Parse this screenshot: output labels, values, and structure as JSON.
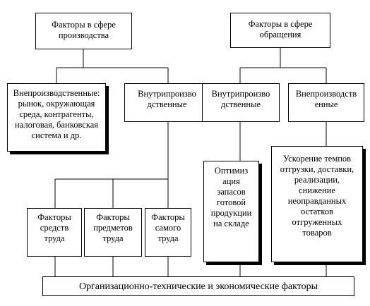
{
  "diagram": {
    "top_left": "Факторы в сфере\nпроизводства",
    "top_right": "Факторы в сфере\nобращения",
    "mid_1": "Внепроизводственные:\nрынок, окружающая\nсреда, контрагенты,\nналоговая, банковская\nсистема и др.",
    "mid_2": "Внутрипроизво\nдственные",
    "mid_3": "Внутрипроизво\nдственные",
    "mid_4": "Внепроизводств\nенные",
    "low_1": "Факторы\nсредств\nтруда",
    "low_2": "Факторы\nпредметов\nтруда",
    "low_3": "Факторы\nсамого\nтруда",
    "low_4": "Оптимиз\nация\nзапасов\nготовой\nпродукции\nна складе",
    "low_5": "Ускорение темпов\nотгрузки, доставки,\nреализации,\nснижение\nнеоправданных\nостатков\nотгруженных\nтоваров",
    "bottom": "Организационно-технические  и экономические факторы"
  }
}
